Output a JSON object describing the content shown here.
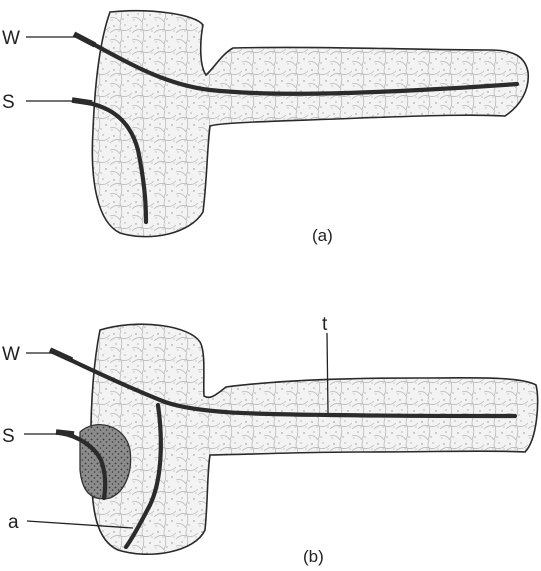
{
  "panel_a": {
    "caption": "(a)",
    "labels": {
      "w": "W",
      "s": "S"
    }
  },
  "panel_b": {
    "caption": "(b)",
    "labels": {
      "w": "W",
      "s": "S",
      "t": "t",
      "a": "a"
    }
  },
  "colors": {
    "ink": "#2b2b2b",
    "tissue_fill": "#f2f2f2",
    "dark_region": "#6a6a6a"
  }
}
